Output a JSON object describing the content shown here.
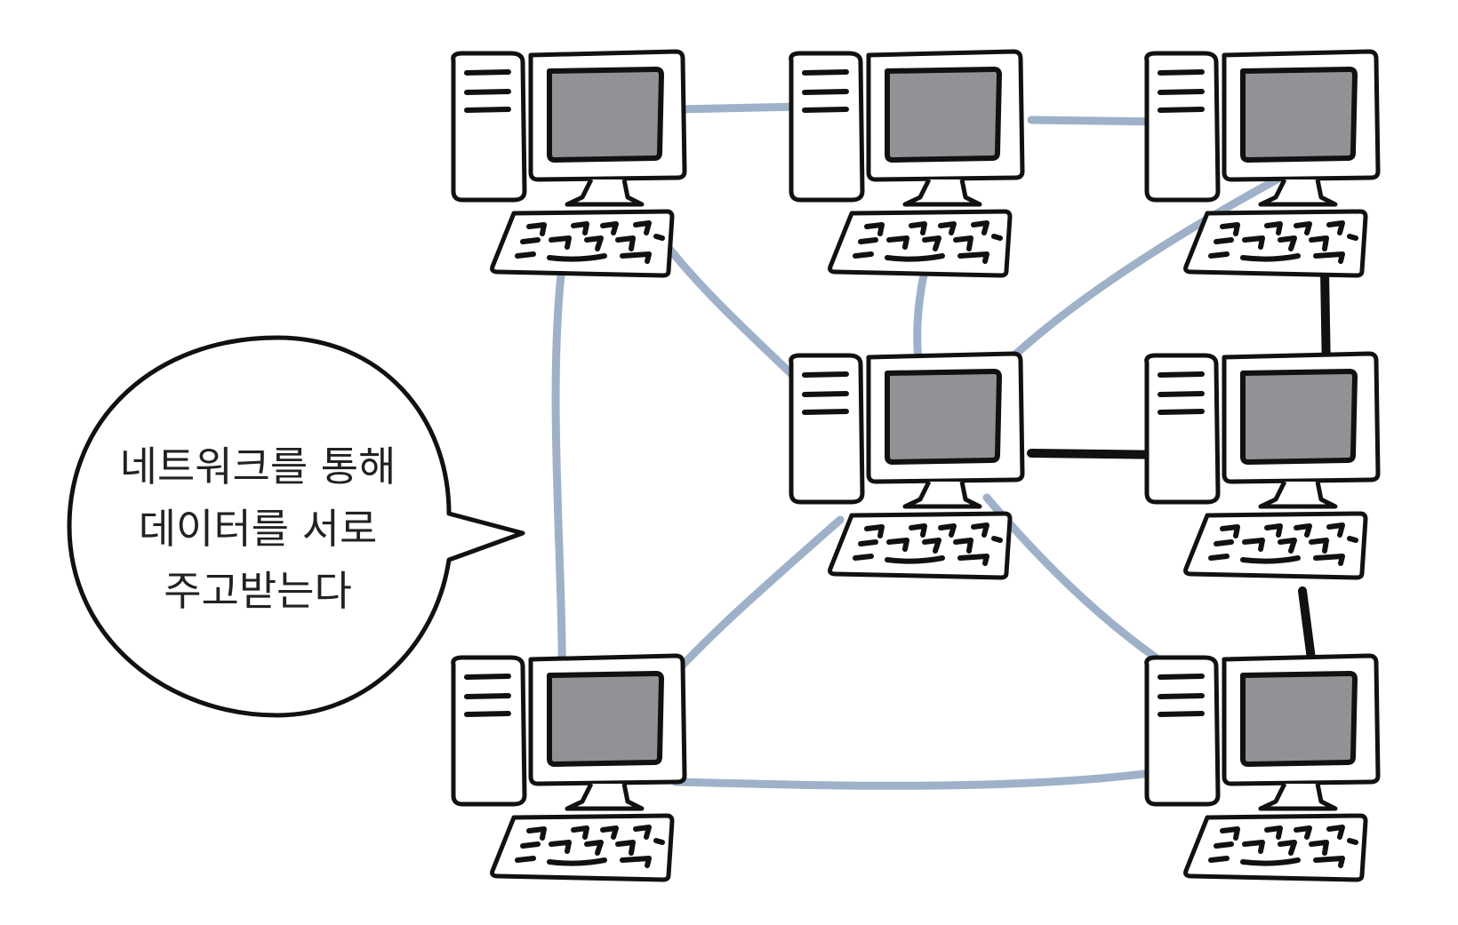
{
  "speech_bubble": {
    "lines": [
      "네트워크를 통해",
      "데이터를 서로",
      "주고받는다"
    ]
  },
  "colors": {
    "background": "#ffffff",
    "outline": "#111111",
    "screen": "#909295",
    "link_light": "#9eb1c8",
    "link_dark": "#111111"
  },
  "icons": {
    "node": "desktop-computer-icon"
  },
  "nodes": [
    {
      "id": "top-left"
    },
    {
      "id": "top-middle"
    },
    {
      "id": "top-right"
    },
    {
      "id": "center"
    },
    {
      "id": "middle-right"
    },
    {
      "id": "bottom-left"
    },
    {
      "id": "bottom-right"
    }
  ],
  "links": [
    {
      "from": "top-left",
      "to": "top-middle",
      "style": "light"
    },
    {
      "from": "top-middle",
      "to": "top-right",
      "style": "light"
    },
    {
      "from": "top-left",
      "to": "center",
      "style": "light"
    },
    {
      "from": "top-left",
      "to": "bottom-left",
      "style": "light"
    },
    {
      "from": "top-middle",
      "to": "center",
      "style": "light"
    },
    {
      "from": "top-right",
      "to": "center",
      "style": "light"
    },
    {
      "from": "top-right",
      "to": "middle-right",
      "style": "dark"
    },
    {
      "from": "center",
      "to": "middle-right",
      "style": "dark"
    },
    {
      "from": "center",
      "to": "bottom-left",
      "style": "light"
    },
    {
      "from": "center",
      "to": "bottom-right",
      "style": "light"
    },
    {
      "from": "middle-right",
      "to": "bottom-right",
      "style": "dark"
    },
    {
      "from": "bottom-left",
      "to": "bottom-right",
      "style": "light"
    }
  ]
}
